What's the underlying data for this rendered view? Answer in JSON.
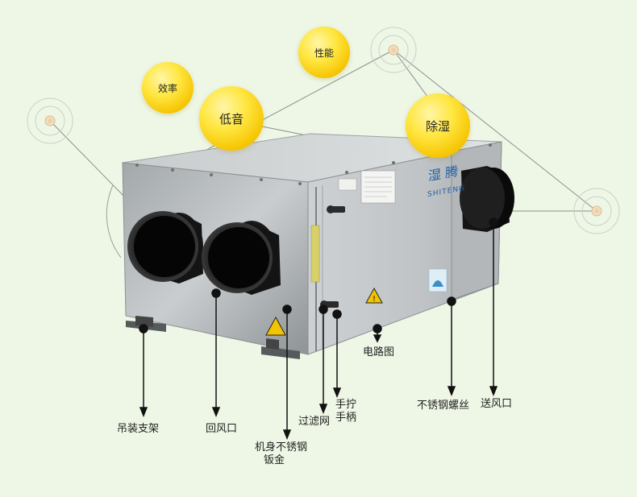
{
  "features": {
    "efficiency": "效率",
    "performance": "性能",
    "low_noise": "低音",
    "dehumidify": "除湿"
  },
  "brand": {
    "name_cn": "湿 腾",
    "name_en": "SHITENG"
  },
  "callouts": {
    "hanging_bracket": "吊装支架",
    "return_air": "回风口",
    "body_sheet_line1": "机身不锈钢",
    "body_sheet_line2": "钣金",
    "filter": "过滤网",
    "handle_line1": "手拧",
    "handle_line2": "手柄",
    "circuit": "电路图",
    "screw": "不锈钢螺丝",
    "supply_air": "送风口"
  },
  "colors": {
    "background": "#eef7e6",
    "bubble": "#ffe640",
    "body": "#b9bdbf",
    "pointer": "#111111"
  }
}
